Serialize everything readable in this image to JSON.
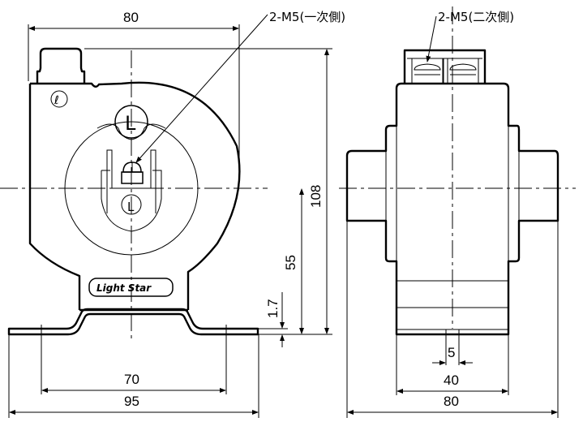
{
  "drawing": {
    "title": "Current transformer outline drawing",
    "brand_label": "Light Star",
    "primary_terminal_label": "2-M5(一次側)",
    "secondary_terminal_label": "2-M5(二次側)",
    "terminal_marks": {
      "large": "L",
      "small": "L",
      "script": "ℓ"
    }
  },
  "dimensions": {
    "front_width_top": "80",
    "front_height": "108",
    "center_height": "55",
    "base_thickness": "1.7",
    "mount_pitch": "70",
    "base_width": "95",
    "side_terminal_gap": "5",
    "side_body_width": "40",
    "side_overall_width": "80"
  },
  "units": "mm"
}
